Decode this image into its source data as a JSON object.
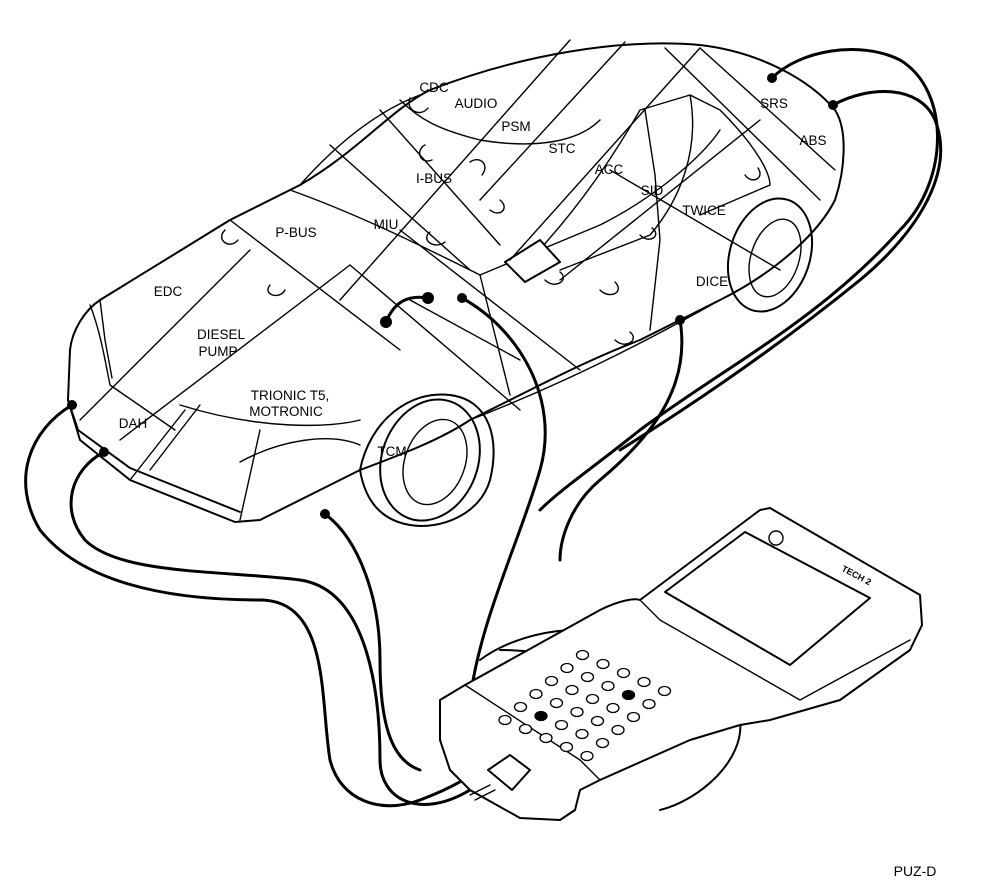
{
  "diagram": {
    "modules": [
      {
        "id": "cdc",
        "label": "CDC"
      },
      {
        "id": "audio",
        "label": "AUDIO"
      },
      {
        "id": "psm",
        "label": "PSM"
      },
      {
        "id": "stc",
        "label": "STC"
      },
      {
        "id": "srs",
        "label": "SRS"
      },
      {
        "id": "abs",
        "label": "ABS"
      },
      {
        "id": "ibus",
        "label": "I-BUS"
      },
      {
        "id": "acc",
        "label": "ACC"
      },
      {
        "id": "sid",
        "label": "SID"
      },
      {
        "id": "twice",
        "label": "TWICE"
      },
      {
        "id": "miu",
        "label": "MIU"
      },
      {
        "id": "pbus",
        "label": "P-BUS"
      },
      {
        "id": "edc",
        "label": "EDC"
      },
      {
        "id": "dice",
        "label": "DICE"
      },
      {
        "id": "diesel_pump",
        "label_line1": "DIESEL",
        "label_line2": "PUMP"
      },
      {
        "id": "trionic",
        "label_line1": "TRIONIC T5,",
        "label_line2": "MOTRONIC"
      },
      {
        "id": "dah",
        "label": "DAH"
      },
      {
        "id": "tcm",
        "label": "TCM"
      }
    ],
    "figure_code": "PUZ-D",
    "tool_brand": "TECH 2"
  }
}
